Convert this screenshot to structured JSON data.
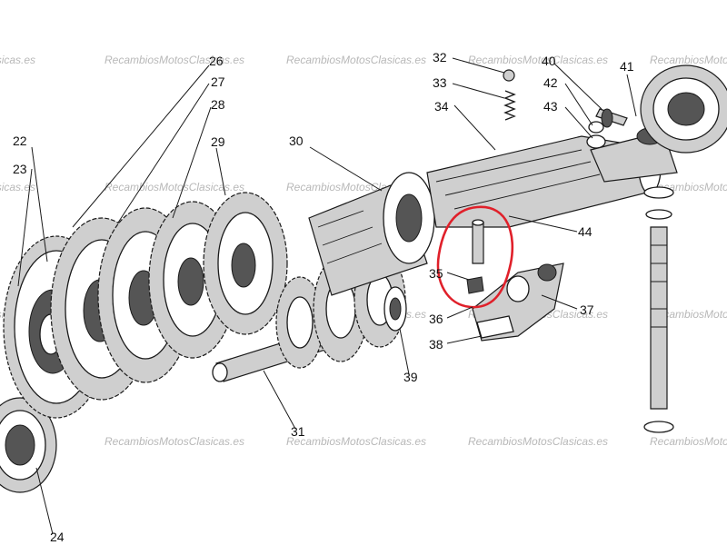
{
  "diagram": {
    "watermark_text": "RecambiosMotosClasicas.es",
    "highlight_color": "#e0202a",
    "part_labels": [
      "22",
      "23",
      "24",
      "26",
      "27",
      "28",
      "29",
      "30",
      "31",
      "32",
      "33",
      "34",
      "35",
      "36",
      "37",
      "38",
      "39",
      "40",
      "41",
      "42",
      "43",
      "44"
    ]
  }
}
